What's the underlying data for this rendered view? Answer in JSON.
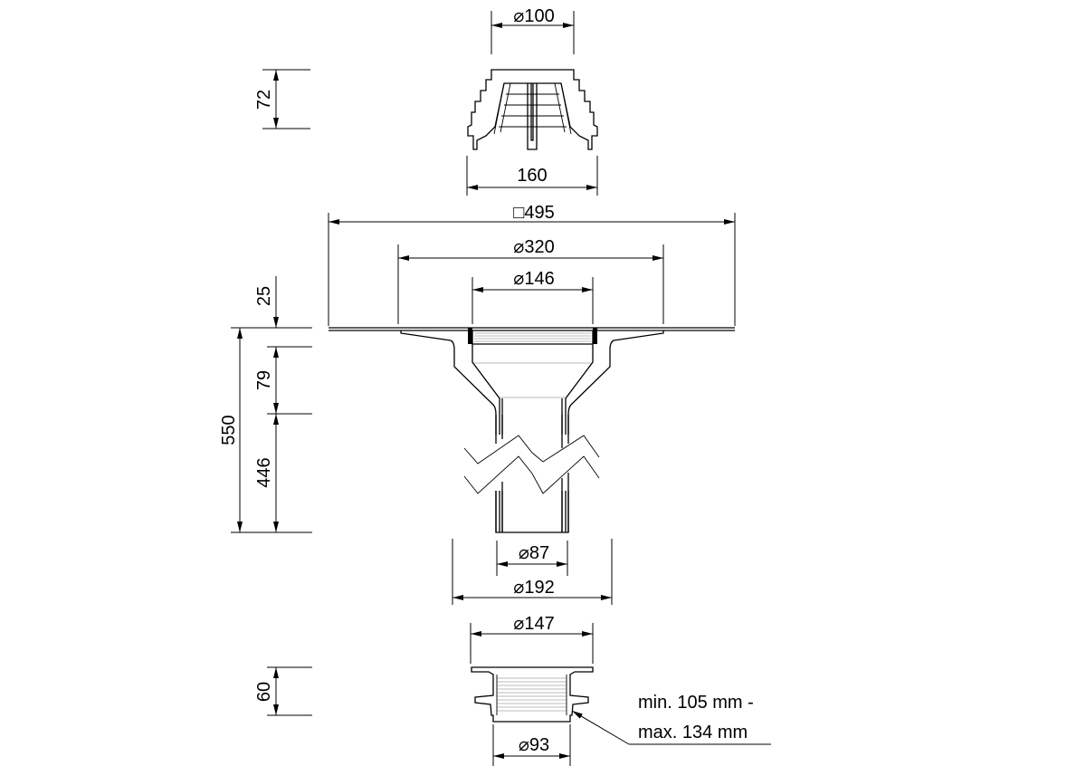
{
  "dimensions": {
    "grate_top_diameter": "⌀100",
    "grate_height": "72",
    "grate_bottom_width": "160",
    "flange_square": "□495",
    "flange_diameter": "⌀320",
    "inlet_diameter": "⌀146",
    "flange_thickness": "25",
    "body_upper_height": "79",
    "total_height": "550",
    "pipe_length": "446",
    "pipe_diameter": "⌀87",
    "body_outer_diameter": "⌀192",
    "ring_diameter": "⌀147",
    "ring_height": "60",
    "ring_bottom_diameter": "⌀93"
  },
  "note": {
    "line1": "min. 105 mm -",
    "line2": "max. 134 mm"
  },
  "colors": {
    "line": "#000000",
    "hatch": "#bbbbbb"
  }
}
